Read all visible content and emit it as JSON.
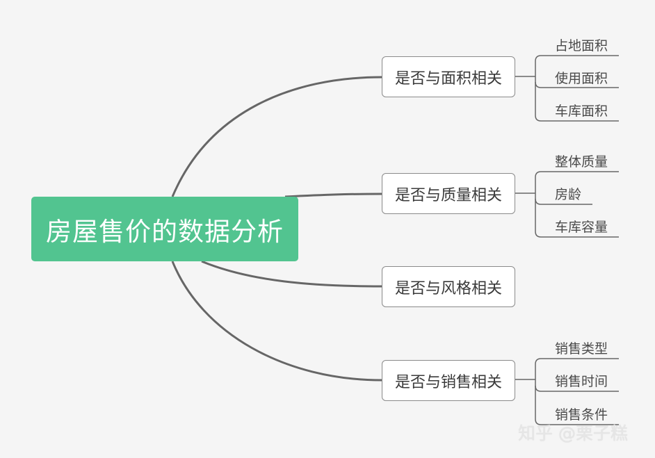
{
  "root": {
    "label": "房屋售价的数据分析"
  },
  "branches": [
    {
      "label": "是否与面积相关",
      "leaves": [
        "占地面积",
        "使用面积",
        "车库面积"
      ]
    },
    {
      "label": "是否与质量相关",
      "leaves": [
        "整体质量",
        "房龄",
        "车库容量"
      ]
    },
    {
      "label": "是否与风格相关",
      "leaves": []
    },
    {
      "label": "是否与销售相关",
      "leaves": [
        "销售类型",
        "销售时间",
        "销售条件"
      ]
    }
  ],
  "watermark": "知乎 @栗子糕",
  "colors": {
    "root_fill": "#52c490",
    "connector": "#666666",
    "background": "#f5f5f5"
  }
}
